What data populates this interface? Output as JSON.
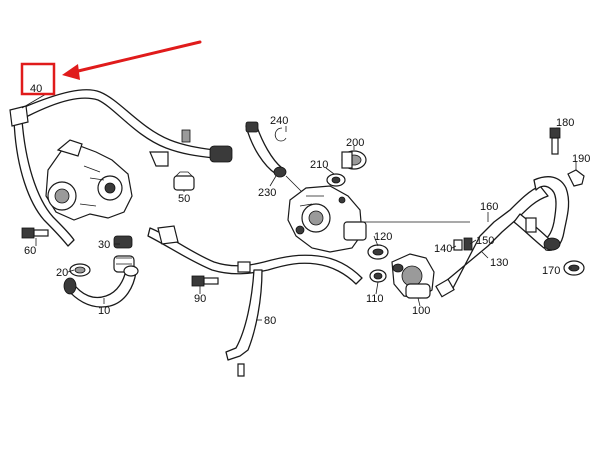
{
  "colors": {
    "highlight": "#e01b1b",
    "line": "#1a1a1a",
    "background": "#ffffff"
  },
  "highlighted_callout": "40",
  "callouts": [
    {
      "id": "c40",
      "label": "40"
    },
    {
      "id": "c240",
      "label": "240"
    },
    {
      "id": "c200",
      "label": "200"
    },
    {
      "id": "c180",
      "label": "180"
    },
    {
      "id": "c190",
      "label": "190"
    },
    {
      "id": "c210",
      "label": "210"
    },
    {
      "id": "c230",
      "label": "230"
    },
    {
      "id": "c50",
      "label": "50"
    },
    {
      "id": "c60",
      "label": "60"
    },
    {
      "id": "c30",
      "label": "30"
    },
    {
      "id": "c20",
      "label": "20"
    },
    {
      "id": "c10",
      "label": "10"
    },
    {
      "id": "c90",
      "label": "90"
    },
    {
      "id": "c80",
      "label": "80"
    },
    {
      "id": "c160",
      "label": "160"
    },
    {
      "id": "c120",
      "label": "120"
    },
    {
      "id": "c140",
      "label": "140"
    },
    {
      "id": "c150",
      "label": "150"
    },
    {
      "id": "c130",
      "label": "130"
    },
    {
      "id": "c170",
      "label": "170"
    },
    {
      "id": "c110",
      "label": "110"
    },
    {
      "id": "c100",
      "label": "100"
    }
  ]
}
